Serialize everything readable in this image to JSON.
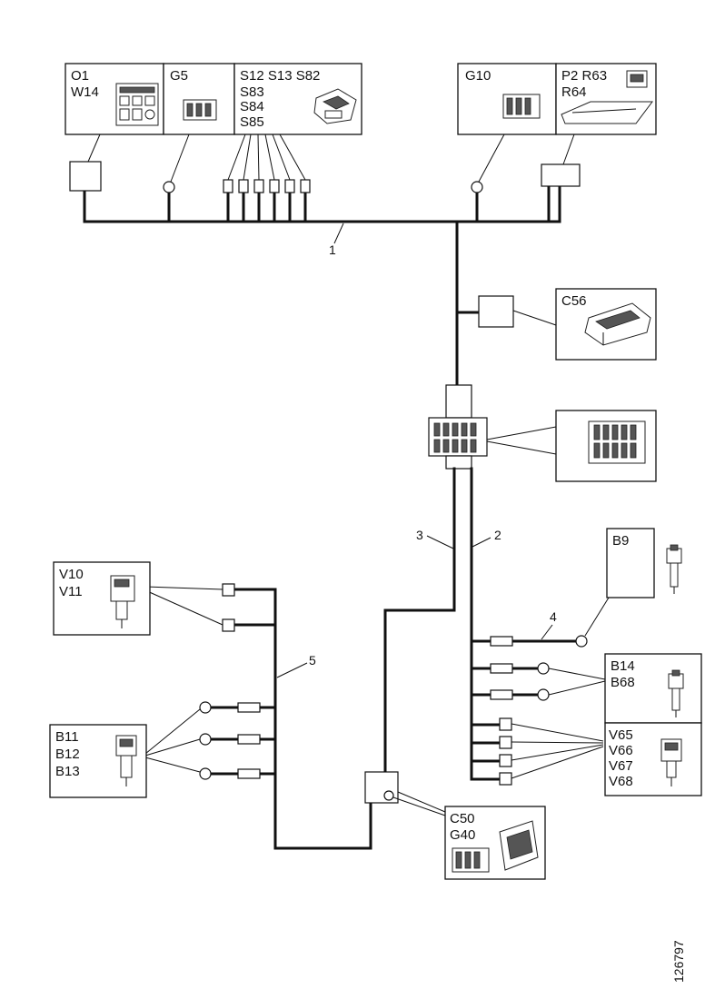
{
  "labels": {
    "o1": "O1",
    "w14": "W14",
    "g5": "G5",
    "s_row1": "S12 S13 S82",
    "s83": "S83",
    "s84": "S84",
    "s85": "S85",
    "g10": "G10",
    "p2_r63": "P2 R63",
    "r64": "R64",
    "c56": "C56",
    "v10": "V10",
    "v11": "V11",
    "b11": "B11",
    "b12": "B12",
    "b13": "B13",
    "b9": "B9",
    "b14": "B14",
    "b68": "B68",
    "v65": "V65",
    "v66": "V66",
    "v67": "V67",
    "v68": "V68",
    "c50": "C50",
    "g40": "G40"
  },
  "harness_numbers": {
    "n1": "1",
    "n2": "2",
    "n3": "3",
    "n4": "4",
    "n5": "5"
  },
  "drawing_code": "126797"
}
